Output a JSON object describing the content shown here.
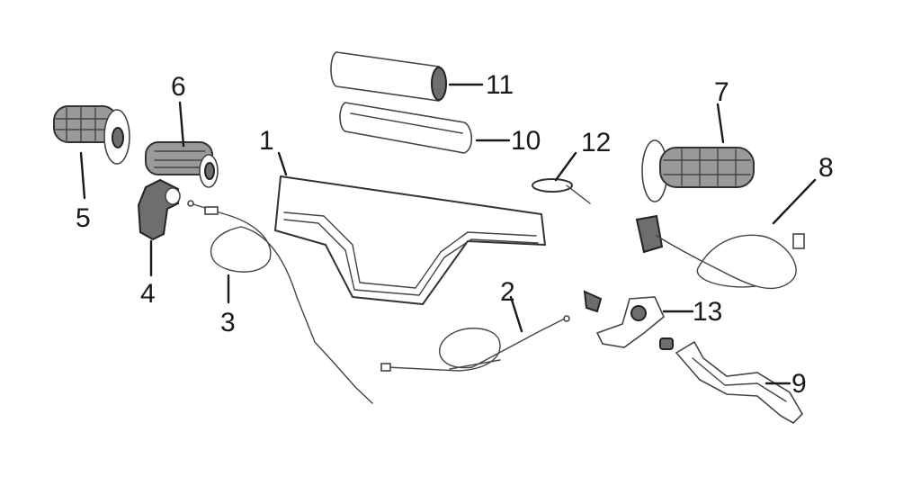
{
  "diagram": {
    "parts": [
      {
        "id": "handlebar",
        "label": "1"
      },
      {
        "id": "clutch-cable",
        "label": "2"
      },
      {
        "id": "throttle-cable",
        "label": "3"
      },
      {
        "id": "throttle-housing",
        "label": "4"
      },
      {
        "id": "left-grip",
        "label": "5"
      },
      {
        "id": "throttle-sleeve",
        "label": "6"
      },
      {
        "id": "right-grip",
        "label": "7"
      },
      {
        "id": "switch-assembly",
        "label": "8"
      },
      {
        "id": "clutch-lever",
        "label": "9"
      },
      {
        "id": "crossbar-pad",
        "label": "10"
      },
      {
        "id": "bar-pad",
        "label": "11"
      },
      {
        "id": "cable-tie",
        "label": "12"
      },
      {
        "id": "clutch-perch",
        "label": "13"
      }
    ],
    "colors": {
      "line": "#333333",
      "grip": "#9a9a9a",
      "label": "#1a1a1a"
    }
  }
}
